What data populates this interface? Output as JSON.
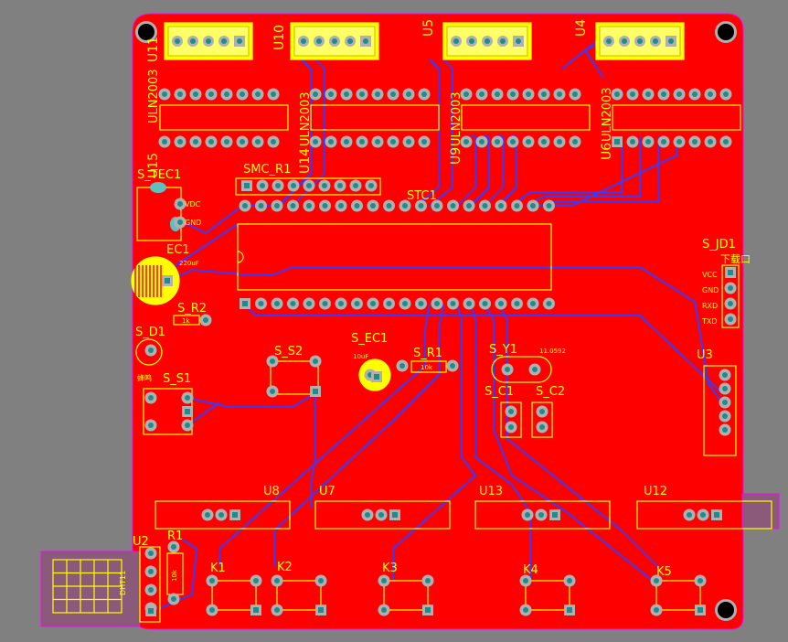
{
  "board": {
    "title": "mcuclub-dz-272",
    "colors": {
      "background": "#808080",
      "board": "#ff0000",
      "silk": "#ffff00",
      "trace": "#3a3aff",
      "pad": "#b0b0b0",
      "outline": "#ff00ff"
    }
  },
  "labels": {
    "u11": "U11",
    "u10": "U10",
    "u5": "U5",
    "u4": "U4",
    "u15": "U15",
    "uln_a": "ULN2003",
    "u14": "U14",
    "uln_b": "ULN2003",
    "u9": "U9",
    "uln_c": "ULN2003",
    "u6": "U6",
    "uln_d": "ULN2003",
    "smc_r1": "SMC_R1",
    "stc1": "STC1",
    "s_tec1": "S_TEC1",
    "vdc": "VDC",
    "gnd": "GND",
    "ec1": "EC1",
    "ec1_val": "220uF",
    "s_r2": "S_R2",
    "r2_val": "1k",
    "s_d1": "S_D1",
    "d1_txt": "蜂鸣",
    "s_s1": "S_S1",
    "s_s2": "S_S2",
    "s_ec1": "S_EC1",
    "sec1_val": "10uF",
    "s_r1": "S_R1",
    "sr1_val": "10k",
    "s_y1": "S_Y1",
    "y1_val": "11.0592",
    "s_c1": "S_C1",
    "s_c2": "S_C2",
    "s_jd1": "S_JD1",
    "jd1_sub": "下载口",
    "vcc": "VCC",
    "gnd2": "GND",
    "rxd": "RXD",
    "txd": "TXD",
    "u3": "U3",
    "u8": "U8",
    "u7": "U7",
    "u13": "U13",
    "u12": "U12",
    "u2": "U2",
    "r1": "R1",
    "r1_val": "10k",
    "dht11": "DHT11",
    "k1": "K1",
    "k2": "K2",
    "k3": "K3",
    "k4": "K4",
    "k5": "K5"
  }
}
